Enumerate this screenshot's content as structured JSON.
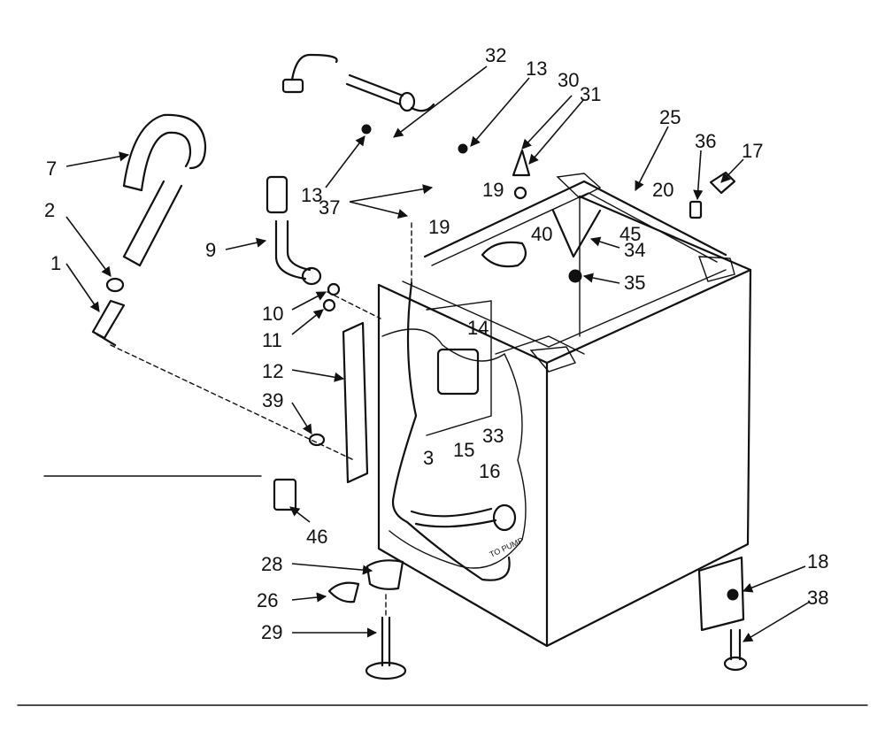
{
  "callouts": {
    "c1": "1",
    "c2": "2",
    "c3": "3",
    "c7": "7",
    "c9": "9",
    "c10": "10",
    "c11": "11",
    "c12": "12",
    "c13a": "13",
    "c13b": "13",
    "c14": "14",
    "c15": "15",
    "c16": "16",
    "c17": "17",
    "c18": "18",
    "c19a": "19",
    "c19b": "19",
    "c20": "20",
    "c25": "25",
    "c26": "26",
    "c28": "28",
    "c29": "29",
    "c30": "30",
    "c31": "31",
    "c32": "32",
    "c33": "33",
    "c34": "34",
    "c35": "35",
    "c36": "36",
    "c37": "37",
    "c38": "38",
    "c39": "39",
    "c40": "40",
    "c45": "45",
    "c46": "46"
  },
  "pump_label": "TO PUMP"
}
